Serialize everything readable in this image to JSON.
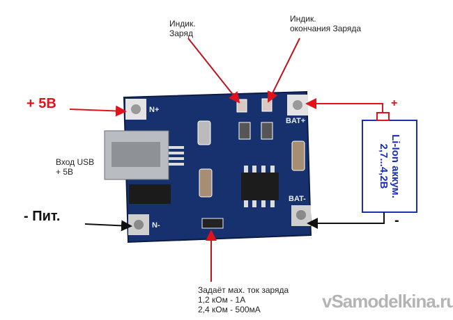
{
  "labels": {
    "plus_5v": "+ 5В",
    "usb_input_line1": "Вход USB",
    "usb_input_line2": "+ 5В",
    "minus_power": "- Пит.",
    "charge_led_line1": "Индик.",
    "charge_led_line2": "Заряд",
    "done_led_line1": "Индик.",
    "done_led_line2": "окончания Заряда",
    "resistor_line1": "Задаёт мах. ток заряда",
    "resistor_line2": "1,2 кОм - 1А",
    "resistor_line3": "2,4 кОм - 500мА",
    "battery_plus": "+",
    "battery_minus": "-"
  },
  "board": {
    "pad_in_plus": "N+",
    "pad_in_minus": "N-",
    "pad_bat_plus": "BAT+",
    "pad_bat_minus": "BAT-"
  },
  "battery": {
    "line1": "Li-Ion аккум.",
    "line2": "2,7...4,2В"
  },
  "watermark": "vSamodelkina.ru",
  "colors": {
    "arrow_red": "#e0121b",
    "board_blue": "#17306e",
    "battery_blue": "#1a2fb5"
  }
}
